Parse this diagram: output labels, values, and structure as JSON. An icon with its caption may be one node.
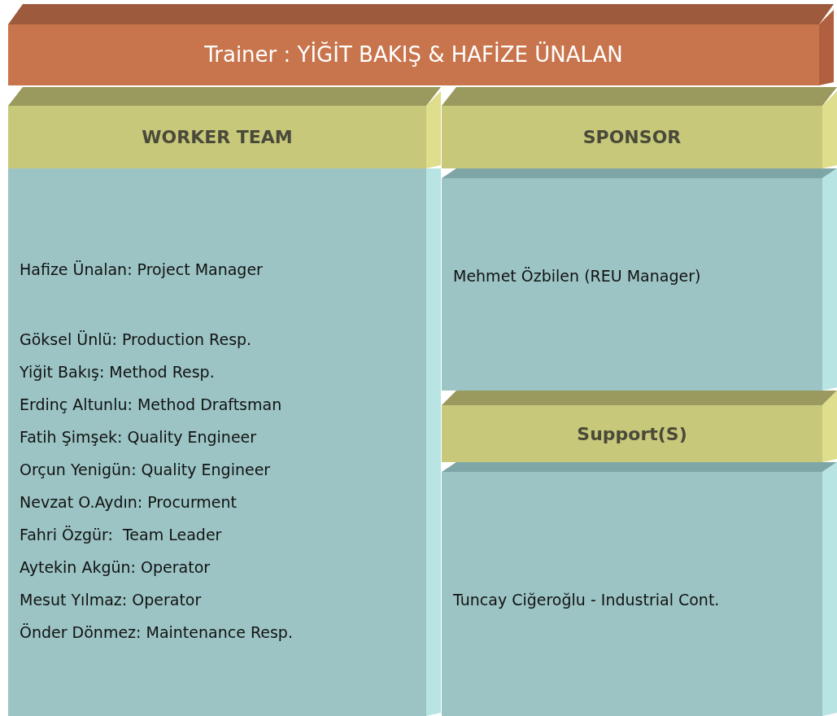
{
  "diagram": {
    "nodes": [
      {
        "text": [
          "Trainer : YİĞİT BAKIŞ & HAFİZE ÜNALAN"
        ]
      },
      {
        "text": [
          "WORKER TEAM"
        ]
      },
      {
        "text": [
          "Hafize Ünalan: Project Manager",
          "Göksel Ünlü: Production Resp.",
          "Yiğit Bakış: Method Resp.",
          "Erdinç Altunlu: Method Draftsman",
          "Fatih Şimşek: Quality Engineer",
          "Orçun Yenigün: Quality Engineer",
          "Nevzat O.Aydın: Procurment",
          "Fahri Özgür:  Team Leader",
          "Aytekin Akgün: Operator",
          "Mesut Yılmaz: Operator",
          "Önder Dönmez: Maintenance Resp."
        ]
      },
      {
        "text": [
          "SPONSOR"
        ]
      },
      {
        "text": [
          "Mehmet Özbilen (REU Manager)"
        ]
      },
      {
        "text": [
          "Support(S)"
        ]
      },
      {
        "text": [
          "Tuncay Ciğeroğlu - Industrial Cont."
        ]
      }
    ]
  }
}
